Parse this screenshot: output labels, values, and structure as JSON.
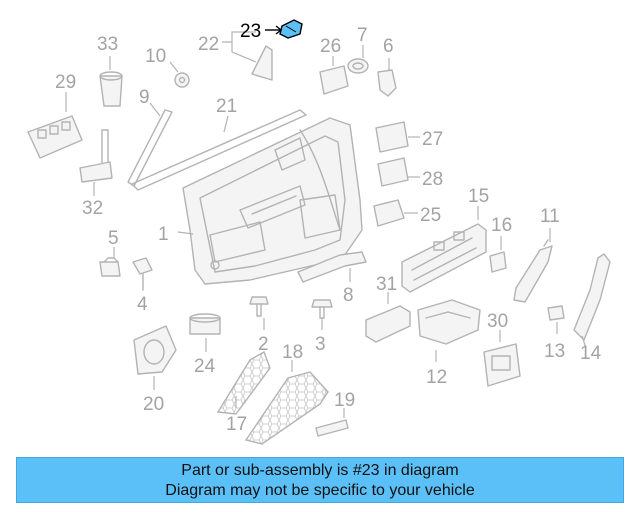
{
  "diagram": {
    "callouts": [
      "1",
      "2",
      "3",
      "4",
      "5",
      "6",
      "7",
      "8",
      "9",
      "10",
      "11",
      "12",
      "13",
      "14",
      "15",
      "16",
      "17",
      "18",
      "19",
      "20",
      "21",
      "22",
      "23",
      "24",
      "25",
      "26",
      "27",
      "28",
      "29",
      "30",
      "31",
      "32",
      "33"
    ],
    "highlighted_part": "23"
  },
  "banner": {
    "line1": "Part or sub-assembly is #23 in diagram",
    "line2": "Diagram may not be specific to your vehicle",
    "background_color": "#5bc0f8"
  },
  "colors": {
    "line_art": "#b3b3b3",
    "highlight_part": "#5bc0f8",
    "highlight_text": "#000000"
  }
}
